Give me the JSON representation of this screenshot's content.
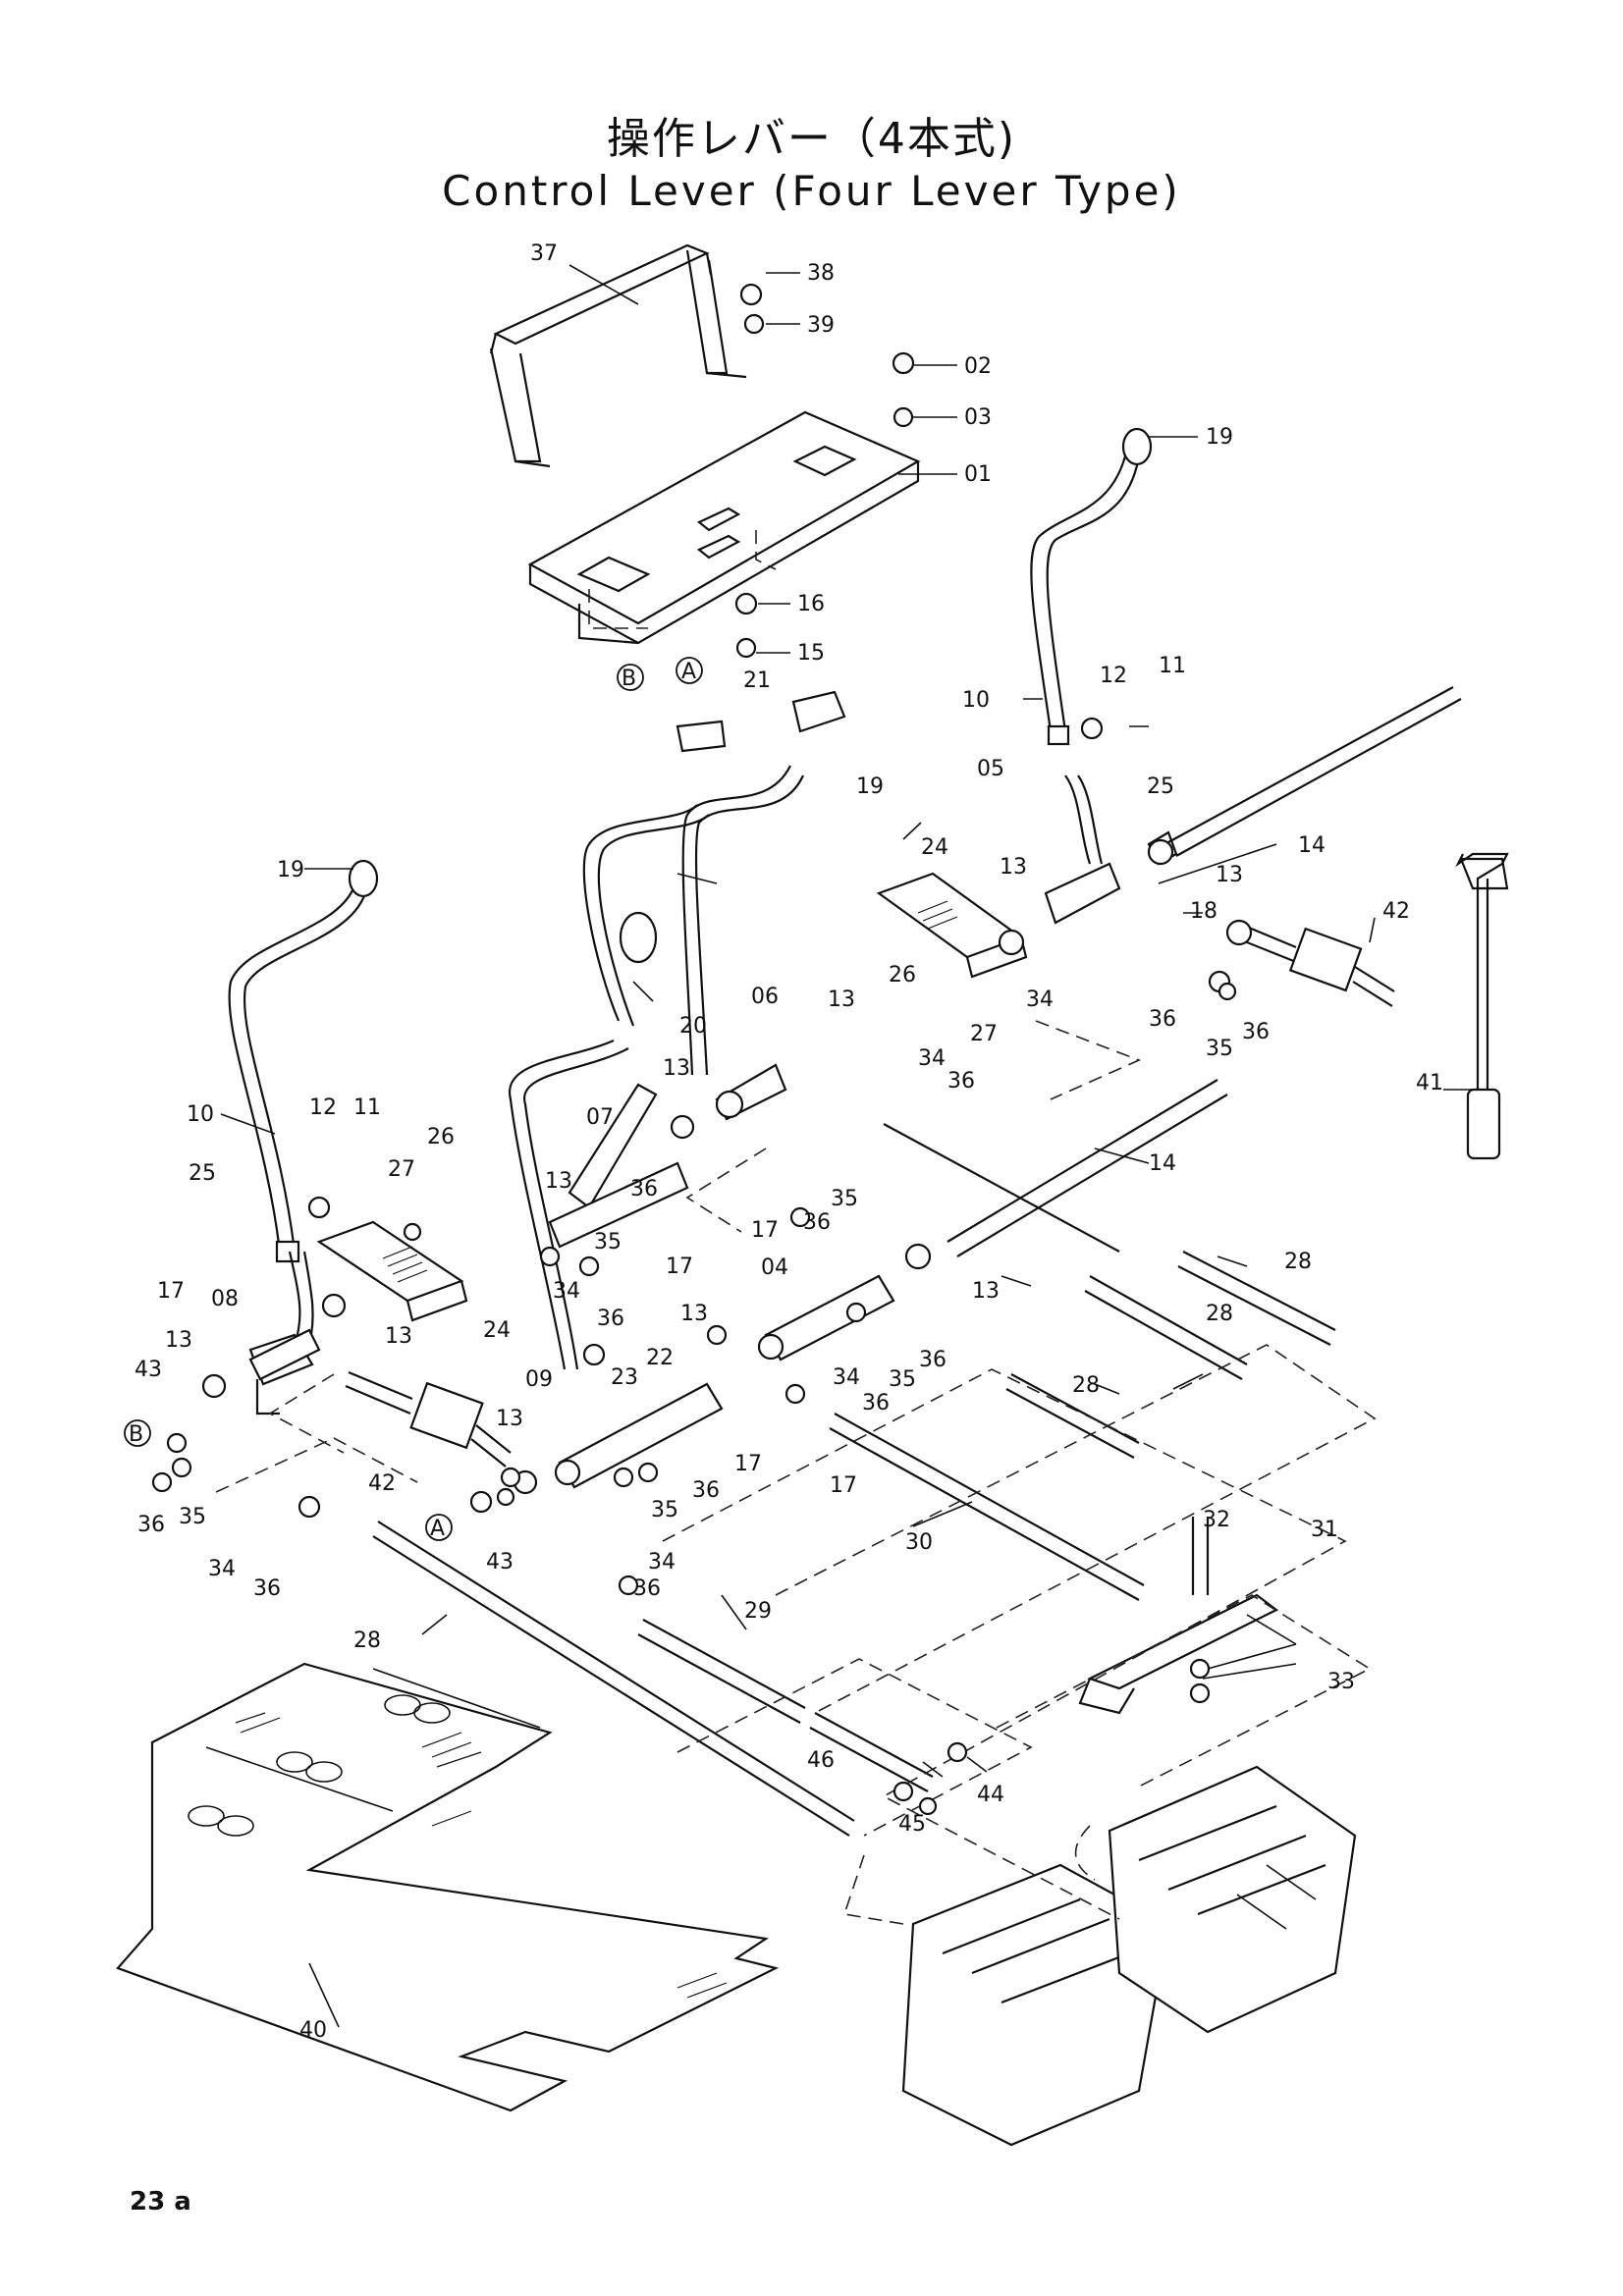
{
  "title_jp": "操作レバー（4本式)",
  "title_en": "Control Lever (Four Lever Type)",
  "page_number": "23 a",
  "callouts": [
    {
      "label": "37",
      "id": "c37"
    },
    {
      "label": "38",
      "id": "c38"
    },
    {
      "label": "39",
      "id": "c39"
    },
    {
      "label": "02",
      "id": "c02"
    },
    {
      "label": "03",
      "id": "c03"
    },
    {
      "label": "01",
      "id": "c01"
    },
    {
      "label": "19",
      "id": "c19a"
    },
    {
      "label": "16",
      "id": "c16"
    },
    {
      "label": "15",
      "id": "c15"
    },
    {
      "label": "B",
      "id": "cB1"
    },
    {
      "label": "A",
      "id": "cA1"
    },
    {
      "label": "21",
      "id": "c21"
    },
    {
      "label": "10",
      "id": "c10a"
    },
    {
      "label": "12",
      "id": "c12a"
    },
    {
      "label": "11",
      "id": "c11a"
    },
    {
      "label": "05",
      "id": "c05"
    },
    {
      "label": "25",
      "id": "c25a"
    },
    {
      "label": "14",
      "id": "c14a"
    },
    {
      "label": "19",
      "id": "c19b"
    },
    {
      "label": "24",
      "id": "c24a"
    },
    {
      "label": "13",
      "id": "c13a"
    },
    {
      "label": "13",
      "id": "c13b"
    },
    {
      "label": "18",
      "id": "c18"
    },
    {
      "label": "42",
      "id": "c42a"
    },
    {
      "label": "26",
      "id": "c26a"
    },
    {
      "label": "27",
      "id": "c27a"
    },
    {
      "label": "34",
      "id": "c34a"
    },
    {
      "label": "36",
      "id": "c36a"
    },
    {
      "label": "35",
      "id": "c35a"
    },
    {
      "label": "36",
      "id": "c36b"
    },
    {
      "label": "19",
      "id": "c19c"
    },
    {
      "label": "20",
      "id": "c20"
    },
    {
      "label": "06",
      "id": "c06"
    },
    {
      "label": "13",
      "id": "c13c"
    },
    {
      "label": "34",
      "id": "c34b"
    },
    {
      "label": "36",
      "id": "c36c"
    },
    {
      "label": "41",
      "id": "c41"
    },
    {
      "label": "10",
      "id": "c10b"
    },
    {
      "label": "12",
      "id": "c12b"
    },
    {
      "label": "11",
      "id": "c11b"
    },
    {
      "label": "26",
      "id": "c26b"
    },
    {
      "label": "27",
      "id": "c27b"
    },
    {
      "label": "13",
      "id": "c13d"
    },
    {
      "label": "07",
      "id": "c07"
    },
    {
      "label": "36",
      "id": "c36d"
    },
    {
      "label": "25",
      "id": "c25b"
    },
    {
      "label": "13",
      "id": "c13e"
    },
    {
      "label": "35",
      "id": "c35b"
    },
    {
      "label": "17",
      "id": "c17a"
    },
    {
      "label": "36",
      "id": "c36e"
    },
    {
      "label": "35",
      "id": "c35c"
    },
    {
      "label": "14",
      "id": "c14b"
    },
    {
      "label": "17",
      "id": "c17b"
    },
    {
      "label": "34",
      "id": "c34c"
    },
    {
      "label": "36",
      "id": "c36f"
    },
    {
      "label": "04",
      "id": "c04"
    },
    {
      "label": "13",
      "id": "c13f"
    },
    {
      "label": "28",
      "id": "c28a"
    },
    {
      "label": "17",
      "id": "c17c"
    },
    {
      "label": "13",
      "id": "c13g"
    },
    {
      "label": "08",
      "id": "c08"
    },
    {
      "label": "13",
      "id": "c13h"
    },
    {
      "label": "24",
      "id": "c24b"
    },
    {
      "label": "22",
      "id": "c22"
    },
    {
      "label": "28",
      "id": "c28b"
    },
    {
      "label": "13",
      "id": "c13i"
    },
    {
      "label": "36",
      "id": "c36g"
    },
    {
      "label": "43",
      "id": "c43a"
    },
    {
      "label": "09",
      "id": "c09"
    },
    {
      "label": "23",
      "id": "c23"
    },
    {
      "label": "34",
      "id": "c34d"
    },
    {
      "label": "35",
      "id": "c35d"
    },
    {
      "label": "B",
      "id": "cB2"
    },
    {
      "label": "36",
      "id": "c36h"
    },
    {
      "label": "28",
      "id": "c28c"
    },
    {
      "label": "13",
      "id": "c13j"
    },
    {
      "label": "17",
      "id": "c17d"
    },
    {
      "label": "42",
      "id": "c42b"
    },
    {
      "label": "17",
      "id": "c17e"
    },
    {
      "label": "36",
      "id": "c36i"
    },
    {
      "label": "35",
      "id": "c35e"
    },
    {
      "label": "35",
      "id": "c35f"
    },
    {
      "label": "36",
      "id": "c36j"
    },
    {
      "label": "A",
      "id": "cA2"
    },
    {
      "label": "43",
      "id": "c43b"
    },
    {
      "label": "30",
      "id": "c30"
    },
    {
      "label": "34",
      "id": "c34e"
    },
    {
      "label": "36",
      "id": "c36k"
    },
    {
      "label": "32",
      "id": "c32"
    },
    {
      "label": "31",
      "id": "c31"
    },
    {
      "label": "34",
      "id": "c34f"
    },
    {
      "label": "36",
      "id": "c36l"
    },
    {
      "label": "28",
      "id": "c28d"
    },
    {
      "label": "29",
      "id": "c29"
    },
    {
      "label": "33",
      "id": "c33"
    },
    {
      "label": "46",
      "id": "c46"
    },
    {
      "label": "44",
      "id": "c44"
    },
    {
      "label": "45",
      "id": "c45"
    },
    {
      "label": "40",
      "id": "c40"
    }
  ]
}
